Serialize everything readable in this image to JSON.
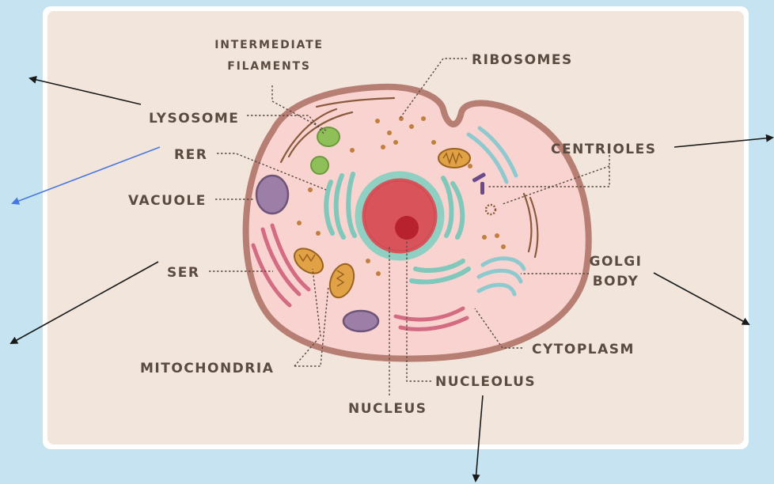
{
  "colors": {
    "background": "#c5e3f0",
    "panel": "#f2e6dc",
    "cell_membrane": "#b77f73",
    "cytoplasm": "#f8d3cf",
    "nucleus": "#d9545a",
    "nuclear_envelope": "#8fd0c3",
    "nucleolus": "#b8222e",
    "vacuole": "#9c7ea6",
    "lysosome": "#8fbf58",
    "mitochondria": "#e0a244",
    "er_teal": "#7fc8bb",
    "ser_pink": "#d36c82",
    "golgi": "#8ec9cf",
    "ribosome": "#c27e3c",
    "pointer_black": "#1a1a1a",
    "pointer_blue": "#4a78e0"
  },
  "labels": {
    "intermediate_line1": "INTERMEDIATE",
    "intermediate_line2": "FILAMENTS",
    "ribosomes": "RIBOSOMES",
    "lysosome": "LYSOSOME",
    "rer": "RER",
    "centrioles": "CENTRIOLES",
    "vacuole": "VACUOLE",
    "golgi_line1": "GOLGI",
    "golgi_line2": "BODY",
    "ser": "SER",
    "cytoplasm": "CYTOPLASM",
    "mitochondria": "MITOCHONDRIA",
    "nucleolus": "NUCLEOLUS",
    "nucleus": "NUCLEUS"
  }
}
